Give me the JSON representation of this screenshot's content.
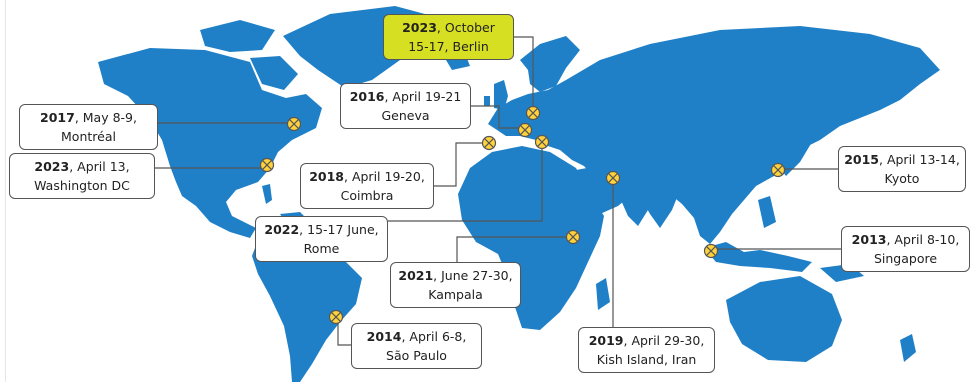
{
  "map": {
    "land_color": "#1f80c8",
    "marker_fill": "#ffd23c",
    "marker_stroke": "#555555",
    "highlight_color": "#d7df23",
    "marker_icon": "crossed-circle-pin-icon"
  },
  "events": [
    {
      "id": "berlin",
      "year": "2023",
      "rest": ", October",
      "line2": "15-17, Berlin",
      "highlight": true
    },
    {
      "id": "geneva",
      "year": "2016",
      "rest": ", April 19-21",
      "line2": "Geneva"
    },
    {
      "id": "montreal",
      "year": "2017",
      "rest": ", May 8-9,",
      "line2": "Montréal"
    },
    {
      "id": "washington",
      "year": "2023",
      "rest": ", April 13,",
      "line2": "Washington DC"
    },
    {
      "id": "coimbra",
      "year": "2018",
      "rest": ", April 19-20,",
      "line2": "Coimbra"
    },
    {
      "id": "rome",
      "year": "2022",
      "rest": ", 15-17 June,",
      "line2": "Rome"
    },
    {
      "id": "kampala",
      "year": "2021",
      "rest": ", June 27-30,",
      "line2": "Kampala"
    },
    {
      "id": "saopaulo",
      "year": "2014",
      "rest": ", April 6-8,",
      "line2": "São Paulo"
    },
    {
      "id": "kish",
      "year": "2019",
      "rest": ", April 29-30,",
      "line2": "Kish Island, Iran"
    },
    {
      "id": "kyoto",
      "year": "2015",
      "rest": ", April 13-14,",
      "line2": "Kyoto"
    },
    {
      "id": "singapore",
      "year": "2013",
      "rest": ", April 8-10,",
      "line2": "Singapore"
    }
  ]
}
